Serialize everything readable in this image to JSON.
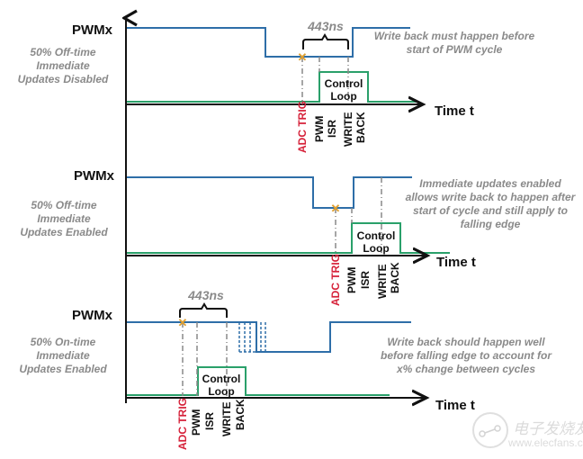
{
  "colors": {
    "pwm_signal": "#2e6ea8",
    "control_loop": "#2aa06a",
    "axis": "#111111",
    "adc_trig_text": "#d6223a",
    "annotation_text": "#8a8a8a",
    "trigger_marker": "#e0a030",
    "event_line": "#888888"
  },
  "axis": {
    "y_label": "PWMx",
    "x_label": "Time t"
  },
  "panels": [
    {
      "mode_label": [
        "50% Off-time",
        "Immediate",
        "Updates Disabled"
      ],
      "note": [
        "Write back must happen before",
        "start of PWM cycle"
      ],
      "duration_label": "443ns",
      "events": [
        "ADC TRIG",
        "PWM",
        "ISR",
        "WRITE",
        "BACK"
      ],
      "control_loop_label": [
        "Control",
        "Loop"
      ]
    },
    {
      "mode_label": [
        "50% Off-time",
        "Immediate",
        "Updates Enabled"
      ],
      "note": [
        "Immediate updates enabled",
        "allows write back to happen after",
        "start of cycle and still apply to",
        "falling edge"
      ],
      "events": [
        "ADC TRIG",
        "PWM",
        "ISR",
        "WRITE",
        "BACK"
      ],
      "control_loop_label": [
        "Control",
        "Loop"
      ]
    },
    {
      "mode_label": [
        "50% On-time",
        "Immediate",
        "Updates Enabled"
      ],
      "note": [
        "Write back should happen well",
        "before falling edge to account for",
        "x% change between cycles"
      ],
      "duration_label": "443ns",
      "events": [
        "ADC TRIG",
        "PWM",
        "ISR",
        "WRITE",
        "BACK"
      ],
      "control_loop_label": [
        "Control",
        "Loop"
      ]
    }
  ],
  "watermark": {
    "cn": "电子发烧友",
    "url": "www.elecfans.com"
  }
}
